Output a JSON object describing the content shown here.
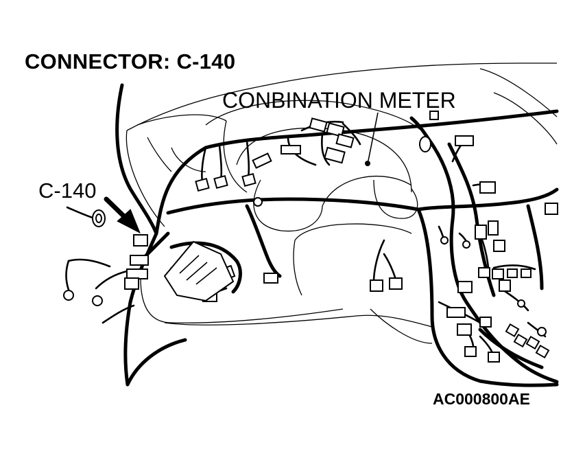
{
  "figure": {
    "title": "CONNECTOR: C-140",
    "callouts": {
      "combination_meter": "CONBINATION METER",
      "connector": "C-140"
    },
    "figure_id": "AC000800AE"
  },
  "colors": {
    "ink": "#000000",
    "background": "#ffffff"
  }
}
